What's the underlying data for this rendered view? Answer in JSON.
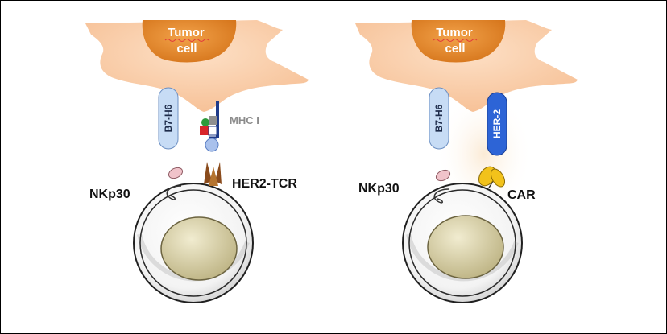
{
  "panels": [
    {
      "tumor_label_line1": "Tumor",
      "tumor_label_line2": "cell",
      "ligand_b7h6": "B7-H6",
      "mhc_label": "MHC I",
      "receptor_nkp30": "NKp30",
      "receptor_engineered": "HER2-TCR"
    },
    {
      "tumor_label_line1": "Tumor",
      "tumor_label_line2": "cell",
      "ligand_b7h6": "B7-H6",
      "ligand_her2": "HER-2",
      "receptor_nkp30": "NKp30",
      "receptor_engineered": "CAR"
    }
  ],
  "colors": {
    "tumor_cell": "#f9c9a3",
    "tumor_nucleus": "#e58a26",
    "b7h6": "#c7dcf5",
    "her2": "#2d64d6",
    "tcr": "#8a4b1c",
    "car": "#f2c21b",
    "nkp30": "#f0c3ca",
    "nk_nucleus": "#d9d2a3",
    "mhc_text": "#8c8c8c"
  }
}
